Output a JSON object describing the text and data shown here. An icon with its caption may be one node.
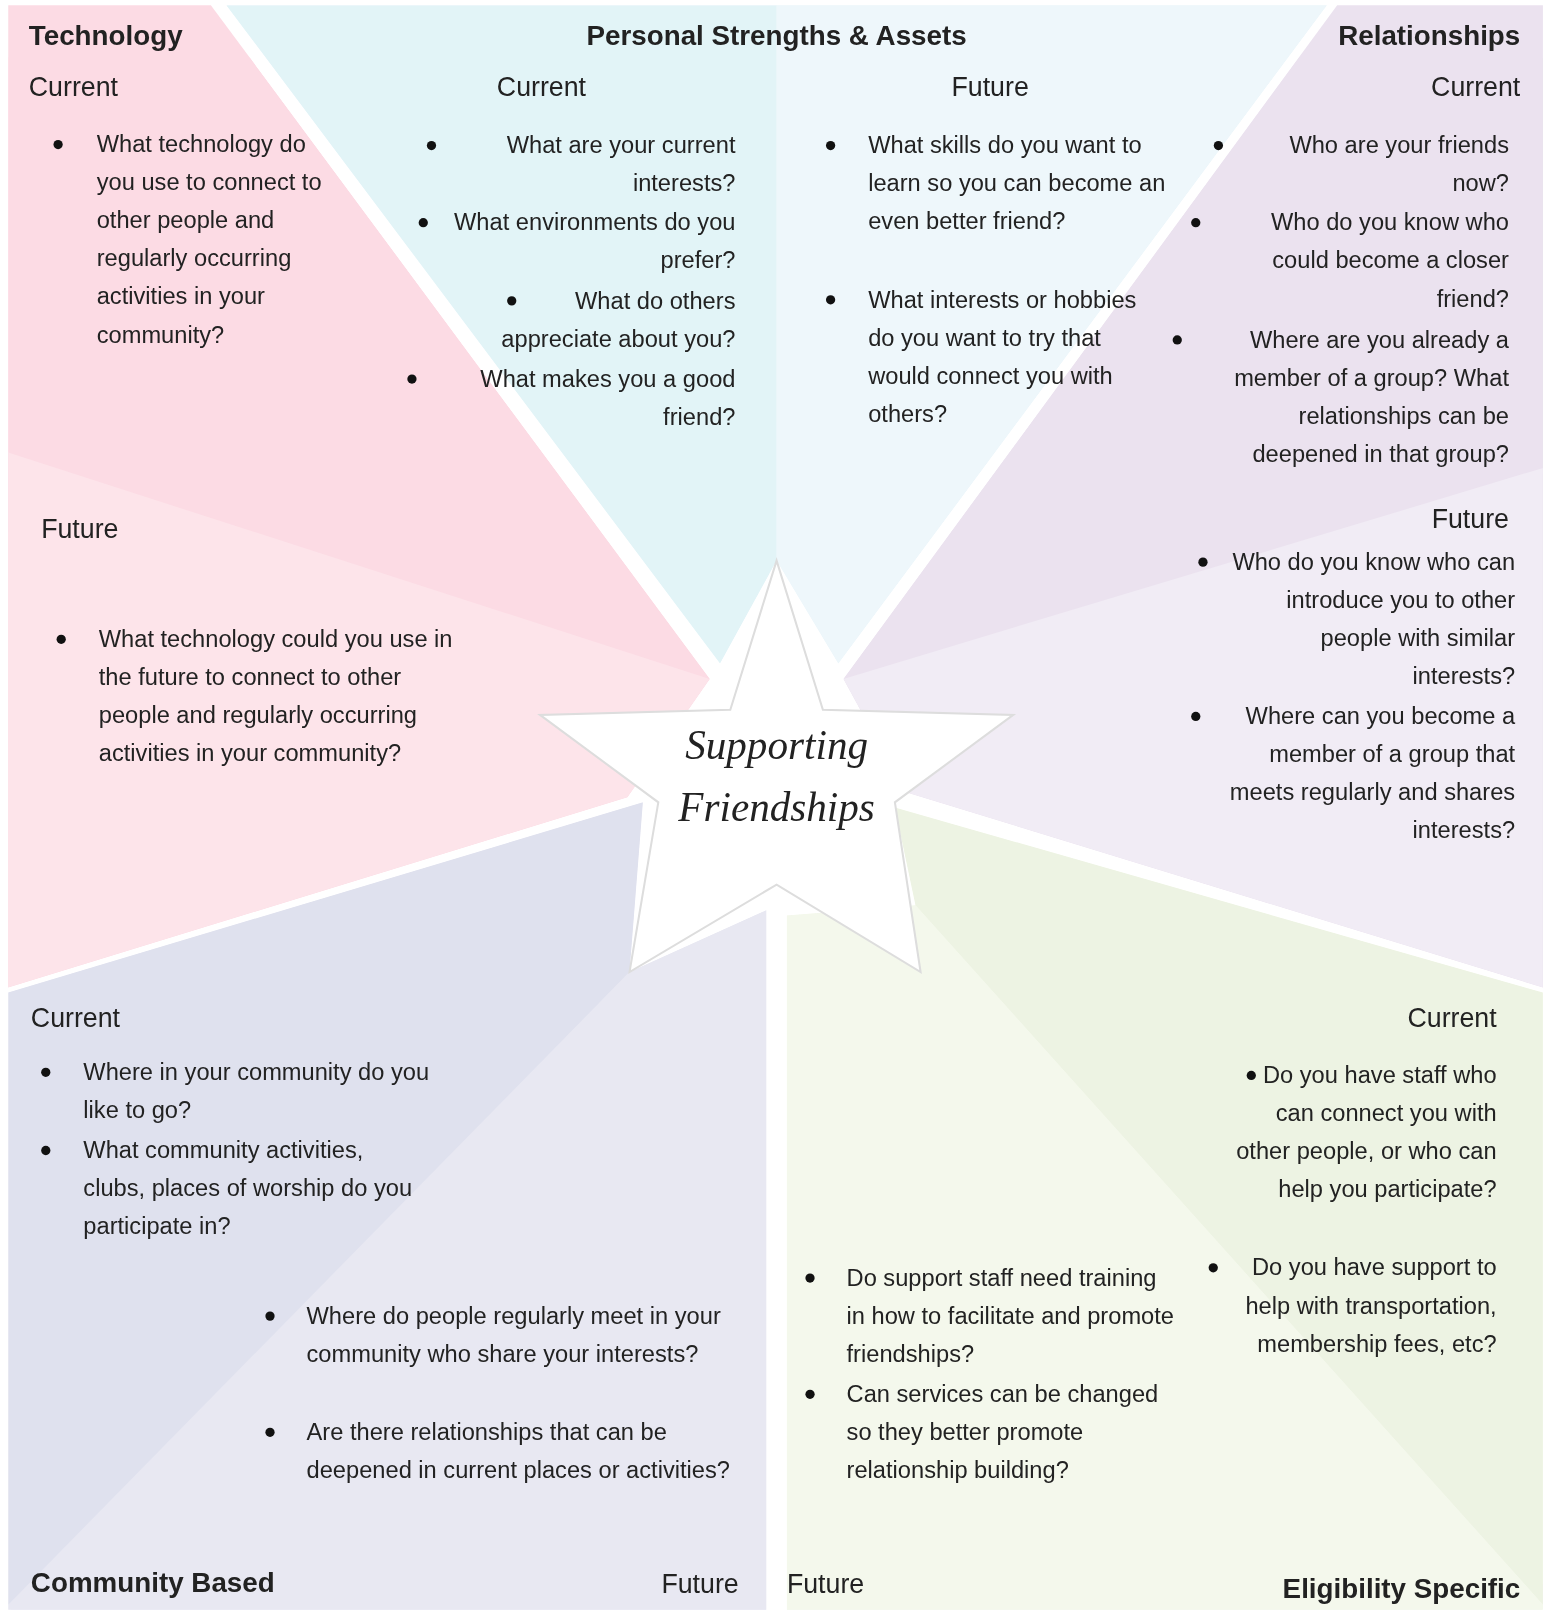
{
  "diagram": {
    "nodes": [
      {
        "text": [
          "Technology"
        ]
      },
      {
        "text": [
          "Current",
          "What technology do you use to connect to other people and regularly occurring activities in your community?"
        ],
        "in": 0
      },
      {
        "text": [
          "Future",
          "What technology could you use in the future to connect to other people and regularly occurring activities in your community?"
        ],
        "in": 0
      },
      {
        "text": [
          "Personal Strengths & Assets"
        ]
      },
      {
        "text": [
          "Current",
          "What are your current interests?",
          "What environments do you prefer?",
          "What do others appreciate about you?",
          "What makes you a good friend?"
        ],
        "in": 3
      },
      {
        "text": [
          "Future",
          "What skills do you want to learn so you can become an even better friend?",
          "What interests or hobbies do you want to try that would connect you with others?"
        ],
        "in": 3
      },
      {
        "text": [
          "Relationships"
        ]
      },
      {
        "text": [
          "Current",
          "Who are your friends now?",
          "Who do you know who could become a closer friend?",
          "Where are you already a member of a group? What relationships can be deepened in that group?"
        ],
        "in": 6
      },
      {
        "text": [
          "Future",
          "Who do you know who can introduce you to other people with similar interests?",
          "Where can you become a member of a group that meets regularly and shares interests?"
        ],
        "in": 6
      },
      {
        "text": [
          "Community Based"
        ]
      },
      {
        "text": [
          "Current",
          "Where in your community do you like to go?",
          "What community activities, clubs, places of worship do you participate in?"
        ],
        "in": 9
      },
      {
        "text": [
          "Where do people regularly meet in your community who share your interests?",
          "Are there relationships that can be deepened in current places or activities?",
          "Future"
        ],
        "in": 9
      },
      {
        "text": [
          "Eligibility Specific"
        ]
      },
      {
        "text": [
          "Current",
          "Do you have staff who can connect you with other people, or who can help you participate?",
          "Do you have support to help with transportation, membership fees, etc?"
        ],
        "in": 12
      },
      {
        "text": [
          "Do support staff need training in how to facilitate and promote friendships?",
          "Can services can be changed so they better promote relationship building?",
          "Future"
        ],
        "in": 12
      },
      {
        "text": [
          "Supporting Friendships"
        ]
      }
    ]
  }
}
